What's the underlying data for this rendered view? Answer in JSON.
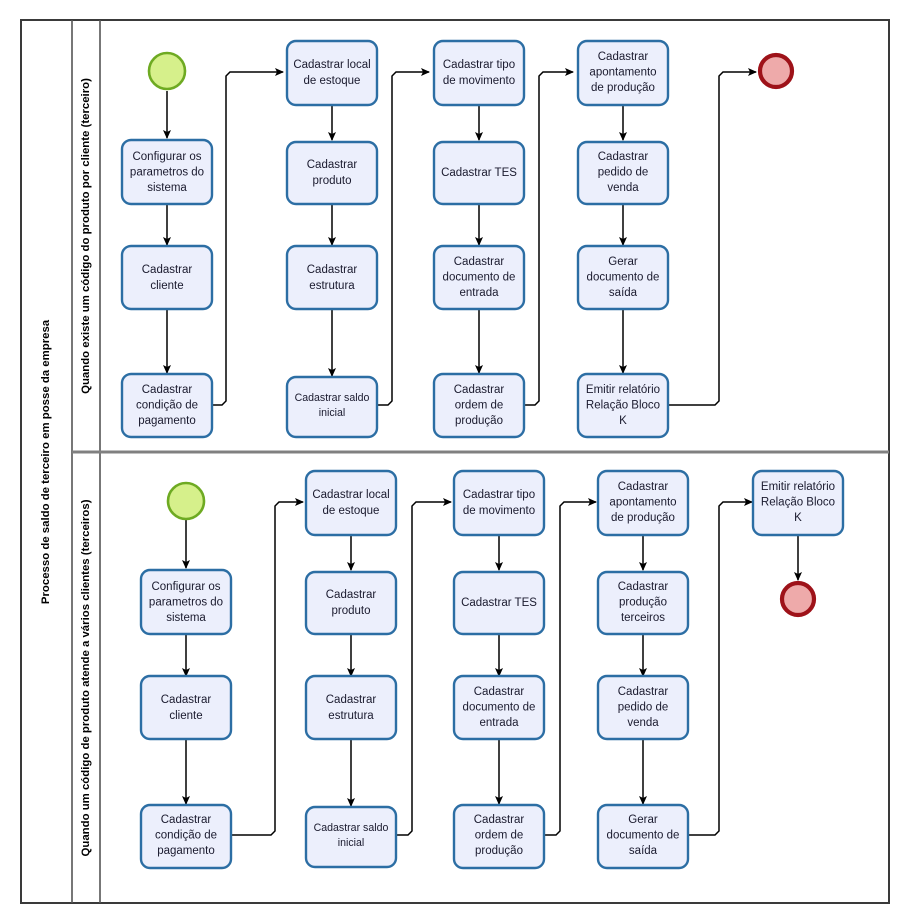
{
  "diagram": {
    "type": "bpmn-flowchart",
    "pool_label": "Processo de saldo de terceiro em posse da empresa",
    "colors": {
      "task_fill": "#eceffc",
      "task_stroke": "#2c6ea4",
      "start_fill": "#d6f08b",
      "start_stroke": "#6eaa22",
      "end_fill": "#eeaaaa",
      "end_stroke": "#9e1219",
      "lane_divider": "#808080",
      "frame_stroke": "#3a3a3a",
      "flow_stroke": "#000000"
    },
    "lanes": [
      {
        "id": "lane-top",
        "label": "Quando existe um código do produto por cliente (terceiro)",
        "start_event": {
          "name": "start-event",
          "label": ""
        },
        "end_event": {
          "name": "end-event",
          "label": ""
        },
        "columns": [
          {
            "tasks": [
              "Configurar os parametros do sistema",
              "Cadastrar cliente",
              "Cadastrar condição de pagamento"
            ]
          },
          {
            "tasks": [
              "Cadastrar local de estoque",
              "Cadastrar produto",
              "Cadastrar estrutura",
              "Cadastrar saldo inicial"
            ]
          },
          {
            "tasks": [
              "Cadastrar tipo de movimento",
              "Cadastrar TES",
              "Cadastrar documento de entrada",
              "Cadastrar ordem de produção"
            ]
          },
          {
            "tasks": [
              "Cadastrar apontamento de produção",
              "Cadastrar pedido de venda",
              "Gerar documento de saída",
              "Emitir relatório Relação Bloco K"
            ]
          }
        ]
      },
      {
        "id": "lane-bottom",
        "label": "Quando um código de produto atende a vários clientes (terceiros)",
        "start_event": {
          "name": "start-event",
          "label": ""
        },
        "end_event": {
          "name": "end-event",
          "label": ""
        },
        "columns": [
          {
            "tasks": [
              "Configurar os parametros do sistema",
              "Cadastrar cliente",
              "Cadastrar condição de pagamento"
            ]
          },
          {
            "tasks": [
              "Cadastrar local de estoque",
              "Cadastrar produto",
              "Cadastrar estrutura",
              "Cadastrar saldo inicial"
            ]
          },
          {
            "tasks": [
              "Cadastrar tipo de movimento",
              "Cadastrar TES",
              "Cadastrar documento de entrada",
              "Cadastrar ordem de produção"
            ]
          },
          {
            "tasks": [
              "Cadastrar apontamento de produção",
              "Cadastrar produção terceiros",
              "Cadastrar pedido de venda",
              "Gerar documento de saída"
            ]
          },
          {
            "tasks": [
              "Emitir relatório Relação Bloco K"
            ]
          }
        ]
      }
    ]
  }
}
